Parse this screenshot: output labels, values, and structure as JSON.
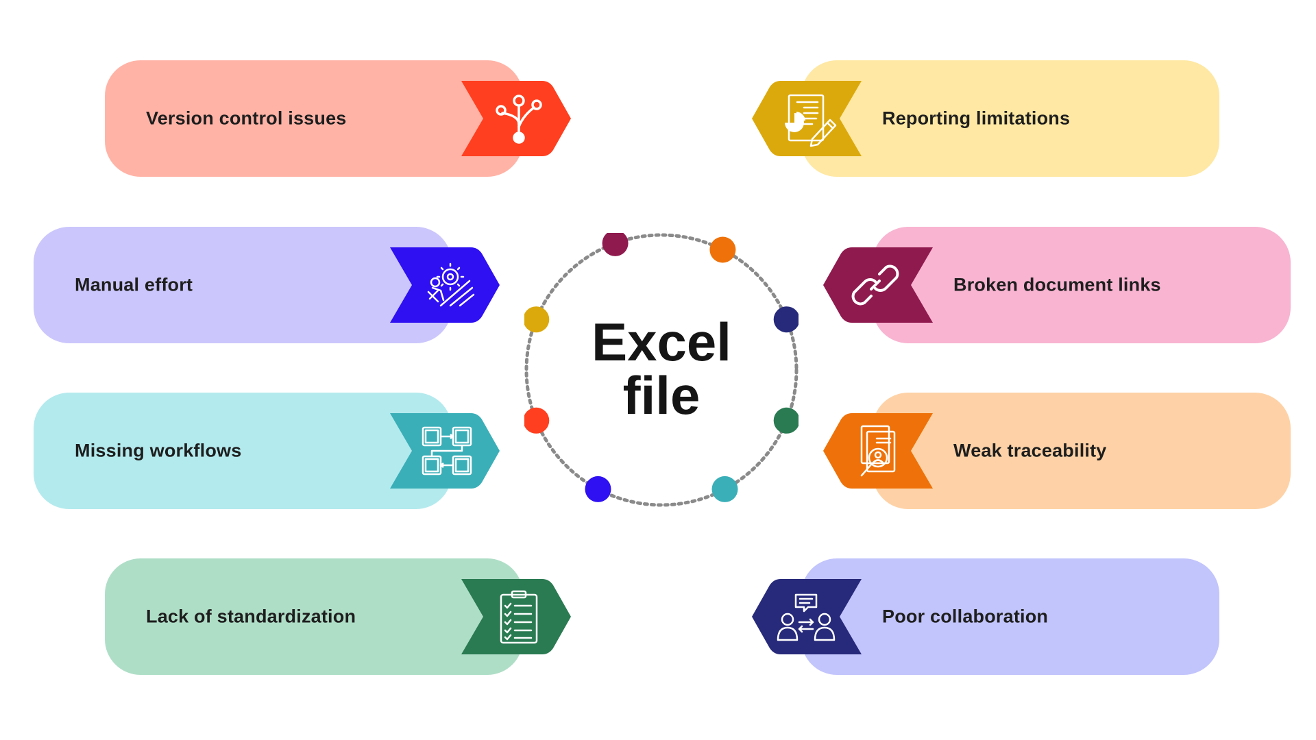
{
  "center": {
    "line1": "Excel",
    "line2": "file",
    "ring_color": "#8a8a8a",
    "dots": [
      {
        "color": "#ff3f1f",
        "angle": -112
      },
      {
        "color": "#dca90c",
        "angle": -68
      },
      {
        "color": "#8f1a4e",
        "angle": -20
      },
      {
        "color": "#ee7209",
        "angle": 27
      },
      {
        "color": "#272a7a",
        "angle": 68
      },
      {
        "color": "#2a7a52",
        "angle": 112
      },
      {
        "color": "#3aafb8",
        "angle": 152
      },
      {
        "color": "#2e10f2",
        "angle": -152
      }
    ]
  },
  "cards": [
    {
      "id": "version-control",
      "label": "Version control issues",
      "side": "left",
      "pill_color": "#ffb3a6",
      "accent": "#ff3f1f",
      "icon": "branch-icon"
    },
    {
      "id": "manual-effort",
      "label": "Manual effort",
      "side": "left",
      "pill_color": "#cbc6fb",
      "accent": "#2e10f2",
      "icon": "worker-gear-icon"
    },
    {
      "id": "missing-workflows",
      "label": "Missing workflows",
      "side": "left",
      "pill_color": "#b3eaee",
      "accent": "#3aafb8",
      "icon": "workflow-icon"
    },
    {
      "id": "lack-standardization",
      "label": "Lack of standardization",
      "side": "left",
      "pill_color": "#afdec7",
      "accent": "#2a7a52",
      "icon": "checklist-icon"
    },
    {
      "id": "reporting-limitations",
      "label": "Reporting limitations",
      "side": "right",
      "pill_color": "#fee8a3",
      "accent": "#dca90c",
      "icon": "report-icon"
    },
    {
      "id": "broken-links",
      "label": "Broken document links",
      "side": "right",
      "pill_color": "#f8b4d1",
      "accent": "#8f1a4e",
      "icon": "broken-link-icon"
    },
    {
      "id": "weak-traceability",
      "label": "Weak traceability",
      "side": "right",
      "pill_color": "#fed2a6",
      "accent": "#ee7209",
      "icon": "trace-icon"
    },
    {
      "id": "poor-collaboration",
      "label": "Poor collaboration",
      "side": "right",
      "pill_color": "#c2c4fc",
      "accent": "#272a7a",
      "icon": "collaboration-icon"
    }
  ]
}
